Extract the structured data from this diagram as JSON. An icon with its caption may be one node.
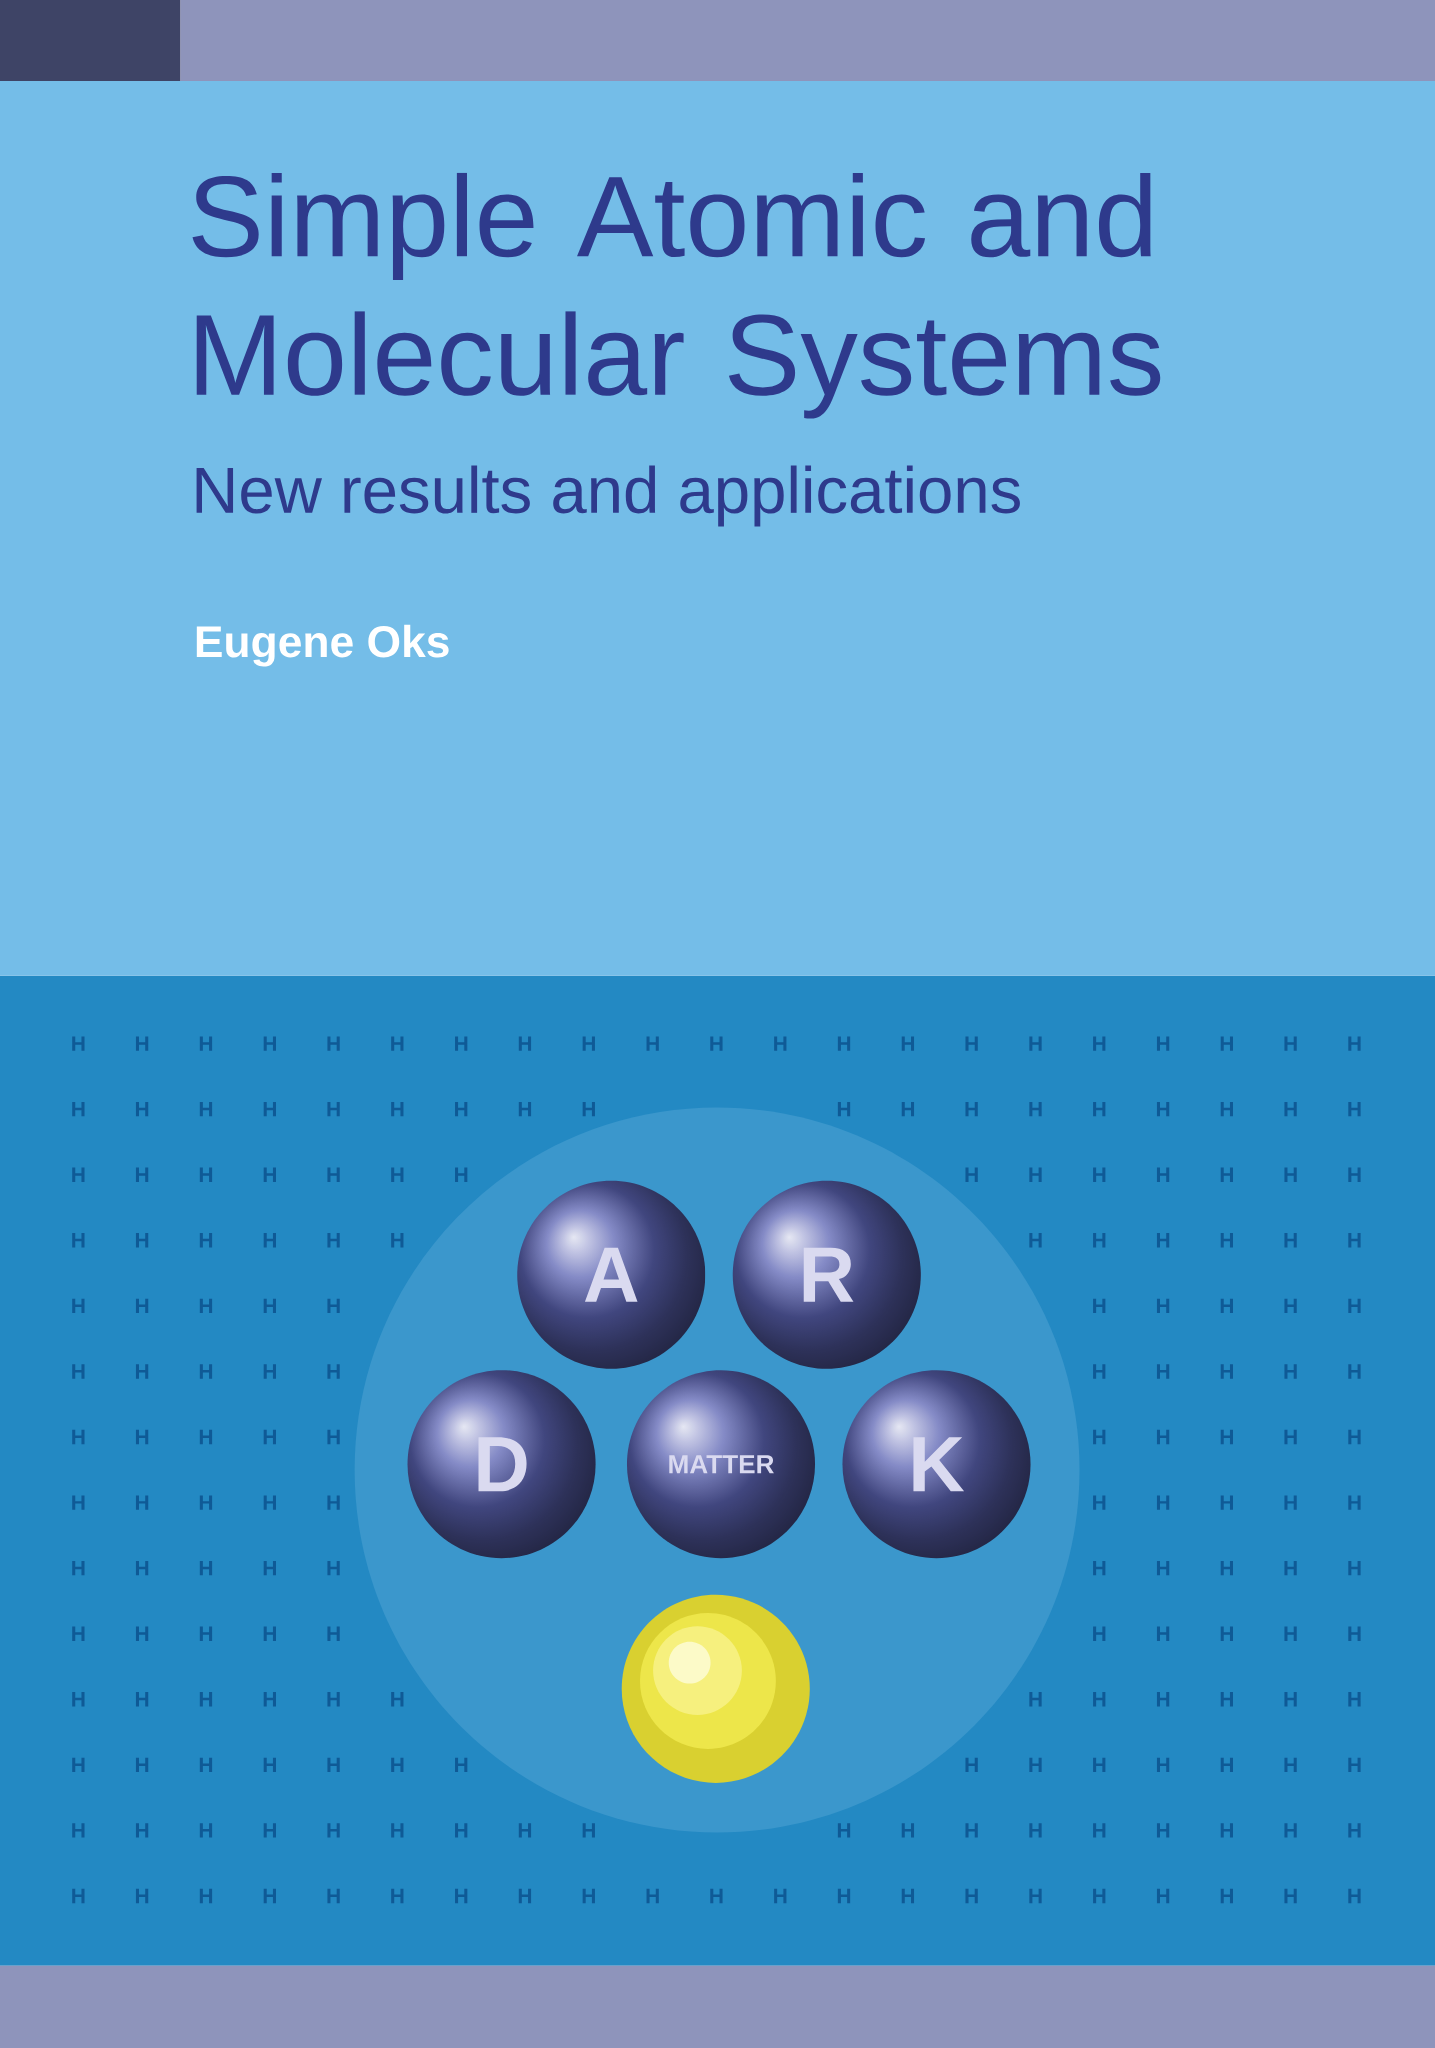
{
  "diagram": {
    "title": "Simple Atomic and Molecular Systems",
    "nodes": [
      {
        "text": [],
        "shape": "circle"
      },
      {
        "text": [
          "A"
        ],
        "in": 0
      },
      {
        "text": [
          "R"
        ],
        "in": 0
      },
      {
        "text": [
          "D"
        ],
        "in": 0
      },
      {
        "text": [
          "MATTER"
        ],
        "in": 0
      },
      {
        "text": [
          "K"
        ],
        "in": 0
      },
      {
        "text": [],
        "shape": "circle",
        "in": 0
      }
    ],
    "edges": [],
    "labels": [
      "New results and applications",
      "Eugene Oks",
      "H",
      "H",
      "H",
      "H",
      "H",
      "H",
      "H",
      "H",
      "H",
      "H",
      "H",
      "H",
      "H",
      "H",
      "H",
      "H",
      "H",
      "H",
      "H",
      "H",
      "H",
      "H",
      "H",
      "H",
      "H",
      "H",
      "H",
      "H",
      "H",
      "H",
      "H",
      "H",
      "H",
      "H",
      "H",
      "H",
      "H",
      "H",
      "H",
      "H",
      "H",
      "H",
      "H",
      "H",
      "H",
      "H",
      "H",
      "H",
      "H",
      "H",
      "H",
      "H",
      "H",
      "H",
      "H",
      "H",
      "H",
      "H",
      "H",
      "H",
      "H",
      "H",
      "H",
      "H",
      "H",
      "H",
      "H",
      "H",
      "H",
      "H",
      "H",
      "H",
      "H",
      "H",
      "H",
      "H",
      "H",
      "H",
      "H",
      "H",
      "H",
      "H",
      "H",
      "H",
      "H",
      "H",
      "H",
      "H",
      "H",
      "H",
      "H",
      "H",
      "H",
      "H",
      "H",
      "H",
      "H",
      "H",
      "H",
      "H",
      "H",
      "H",
      "H",
      "H",
      "H",
      "H",
      "H",
      "H",
      "H",
      "H",
      "H",
      "H",
      "H",
      "H",
      "H",
      "H",
      "H",
      "H",
      "H",
      "H",
      "H",
      "H",
      "H",
      "H",
      "H",
      "H",
      "H",
      "H",
      "H",
      "H",
      "H",
      "H",
      "H",
      "H",
      "H",
      "H",
      "H",
      "H",
      "H",
      "H",
      "H",
      "H",
      "H",
      "H",
      "H",
      "H",
      "H",
      "H",
      "H",
      "H",
      "H",
      "H",
      "H",
      "H",
      "H",
      "H",
      "H",
      "H",
      "H",
      "H",
      "H",
      "H",
      "H",
      "H",
      "H",
      "H",
      "H",
      "H",
      "H",
      "H",
      "H",
      "H",
      "H",
      "H",
      "H",
      "H",
      "H",
      "H",
      "H",
      "H",
      "H",
      "H",
      "H",
      "H",
      "H",
      "H",
      "H",
      "H",
      "H",
      "H"
    ]
  }
}
